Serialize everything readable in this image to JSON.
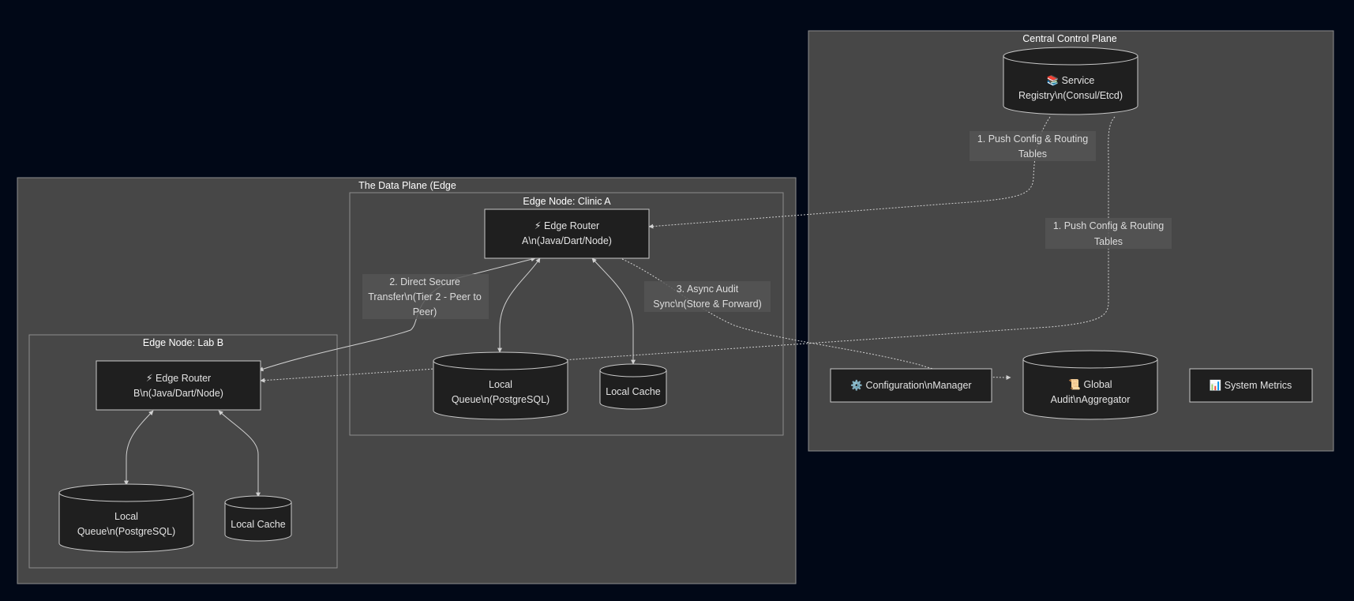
{
  "clusters": {
    "control_plane": "Central Control Plane",
    "data_plane": "The Data Plane (Edge",
    "clinic_a": "Edge Node: Clinic A",
    "lab_b": "Edge Node: Lab B"
  },
  "nodes": {
    "registry": {
      "line1": "📚 Service",
      "line2": "Registry\\n(Consul/Etcd)"
    },
    "config_manager": {
      "line1": "⚙️ Configuration\\nManager"
    },
    "audit_aggregator": {
      "line1": "📜 Global",
      "line2": "Audit\\nAggregator"
    },
    "system_metrics": {
      "line1": "📊 System Metrics"
    },
    "router_a": {
      "line1": "⚡ Edge Router",
      "line2": "A\\n(Java/Dart/Node)"
    },
    "queue_a": {
      "line1": "Local",
      "line2": "Queue\\n(PostgreSQL)"
    },
    "cache_a": {
      "line1": "Local Cache"
    },
    "router_b": {
      "line1": "⚡ Edge Router",
      "line2": "B\\n(Java/Dart/Node)"
    },
    "queue_b": {
      "line1": "Local",
      "line2": "Queue\\n(PostgreSQL)"
    },
    "cache_b": {
      "line1": "Local Cache"
    }
  },
  "edge_labels": {
    "push_a": {
      "line1": "1. Push Config & Routing",
      "line2": "Tables"
    },
    "push_b": {
      "line1": "1. Push Config & Routing",
      "line2": "Tables"
    },
    "direct": {
      "line1": "2. Direct Secure",
      "line2": "Transfer\\n(Tier 2 - Peer to",
      "line3": "Peer)"
    },
    "audit": {
      "line1": "3. Async Audit",
      "line2": "Sync\\n(Store & Forward)"
    }
  },
  "colors": {
    "background": "#010817",
    "cluster_fill": "#474747",
    "node_fill": "#1f1f1f",
    "edge": "#d0d0d0"
  }
}
